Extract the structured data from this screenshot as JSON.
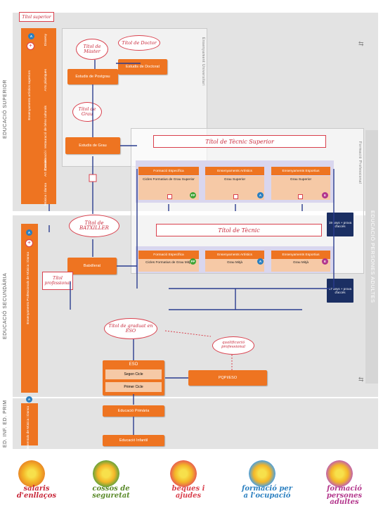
{
  "side_labels": {
    "superior": "EDUCACIÓ SUPERIOR",
    "secundaria": "EDUCACIÓ SECUNDÀRIA",
    "inf_prim": "ED. INF. ED. PRIM",
    "adults": "EDUCACIÓ PERSONES ADULTES"
  },
  "panels": {
    "universitari": "Ensenyament Universitari",
    "professional": "Formació Professional"
  },
  "artistic_strip": {
    "main": "Ensenyaments artístics superiors",
    "cols": [
      "Disseny",
      "Arts plàstiques",
      "Conservació i restauració de béns culturals",
      "Art dramàtic",
      "Música i dansa"
    ]
  },
  "secondary_strip": "Ensenyaments Professionals de Música i Dansa",
  "primary_strip": "Ensenyaments Elementals de Música i Dansa",
  "handwritten": {
    "titol_superior": "Títol superior",
    "master": "Títol de Màster",
    "doctor": "Títol de Doctor",
    "grau": "Títol de Grau",
    "tecnic_superior": "Títol de Tècnic Superior",
    "batxiller": "Títol de BATXILLER",
    "tecnic": "Títol de Tècnic",
    "professional": "Títol professional",
    "graduat_eso": "Títol de graduat en ESO",
    "qualificacio": "qualificació professional"
  },
  "boxes": {
    "estudis_postgrau": "Estudis de Postgrau",
    "estudis_doctorat": "Estudis de Doctorat",
    "estudis_grau": "Estudis de Grau",
    "batxillerat": "Batxillerat",
    "eso": "ESO",
    "segon_cicle": "Segon Cicle",
    "primer_cicle": "Primer Cicle",
    "pqpi": "PQPI/ESO",
    "primaria": "Educació Primària",
    "infantil": "Educació Infantil"
  },
  "fp_superior": [
    {
      "head": "Formació Específica",
      "body": "Cicles Formatius de Grau Superior",
      "badge": "FP"
    },
    {
      "head": "Ensenyaments Artístics",
      "body": "Grau Superior",
      "badge": "A"
    },
    {
      "head": "Ensenyaments Esportius",
      "body": "Grau Superior",
      "badge": "E"
    }
  ],
  "fp_mitja": [
    {
      "head": "Formació Específica",
      "body": "Cicles Formatius de Grau Mitjà",
      "badge": "FP"
    },
    {
      "head": "Ensenyaments Artístics",
      "body": "Grau Mitjà",
      "badge": "A"
    },
    {
      "head": "Ensenyaments Esportius",
      "body": "Grau Mitjà",
      "badge": "E"
    }
  ],
  "navy": {
    "sup": "19 anys + prova d'accés",
    "mitja": "17 anys + prova d'accés"
  },
  "footer": [
    {
      "label": "salaris d'enllaços",
      "color": "#c8283a"
    },
    {
      "label": "cossos de seguretat",
      "color": "#5a8a2a"
    },
    {
      "label": "beques i ajudes",
      "color": "#d9404d"
    },
    {
      "label": "formació per a l'ocupació",
      "color": "#2a7fc0"
    },
    {
      "label": "formació persones adultes",
      "color": "#b3368c"
    }
  ],
  "colors": {
    "orange": "#ee7421",
    "red": "#d9404d",
    "navy": "#1b2f63",
    "lavender": "#d9d6ee",
    "blue_line": "#2b3d8f"
  }
}
